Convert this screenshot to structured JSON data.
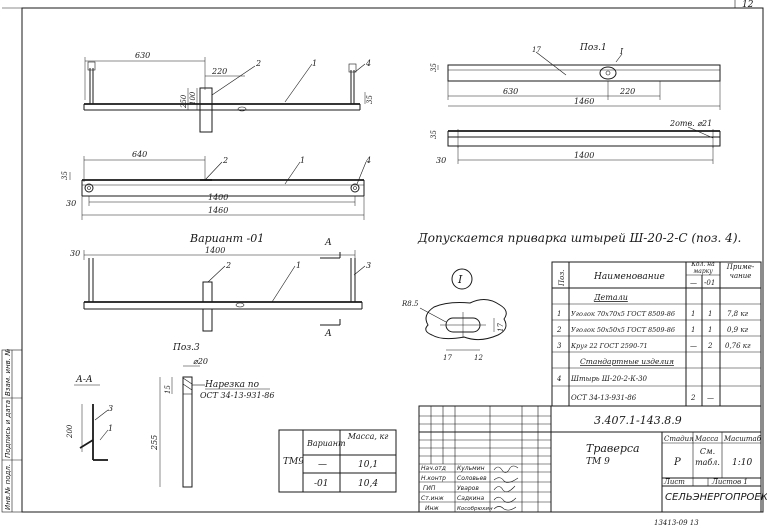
{
  "sheet_number": "12",
  "doc_code": "3.407.1-143.8.9",
  "drawing_title": "Траверса",
  "drawing_subtitle": "ТМ 9",
  "organization": "СЕЛЬЭНЕРГОПРОЕКТ",
  "stamp": {
    "stage_label": "Стадия",
    "stage_value": "Р",
    "mass_label": "Масса",
    "mass_value": "См. табл.",
    "scale_label": "Масштаб",
    "scale_value": "1:10",
    "sheet_label": "Лист",
    "sheets_label": "Листов 1"
  },
  "signatures": [
    {
      "role": "Нач.отд",
      "name": "Кульмин"
    },
    {
      "role": "Н.контр",
      "name": "Соловьев"
    },
    {
      "role": "ГИП",
      "name": "Уваров"
    },
    {
      "role": "Ст.инж",
      "name": "Садкина"
    },
    {
      "role": "Инж",
      "name": "Кособрюхин"
    }
  ],
  "side_labels": [
    "Инв.№ подл.",
    "Подпись и дата",
    "Взам. инв. №"
  ],
  "bottom_code": "13413-09 13",
  "note": "Допускается приварка штырей Ш-20-2-С (поз. 4).",
  "views": {
    "variant_label": "Вариант -01",
    "section_label": "А-А",
    "section_mark": "А",
    "pos1_label": "Поз.1",
    "pos3_label": "Поз.3",
    "detail_mark": "I",
    "thread_label": "Нарезка по",
    "thread_std": "ОСТ 34-13-931-86"
  },
  "dims": {
    "d630": "630",
    "d220": "220",
    "d250": "250",
    "d100": "100",
    "d35": "35",
    "d640": "640",
    "d1400": "1400",
    "d1460": "1460",
    "d30": "30",
    "d17": "17",
    "d21": "2отв. ⌀21",
    "d88": "R8.5",
    "d12": "12",
    "d20": "⌀20",
    "d15": "15",
    "d255": "255",
    "d200": "200"
  },
  "parts_table": {
    "headers": {
      "pos": "Поз.",
      "name": "Наименование",
      "qty": "Кол. на марку",
      "qty_a": "—",
      "qty_b": "-01",
      "note": "Приме- чание"
    },
    "sections": [
      {
        "title": "Детали",
        "rows": [
          {
            "pos": "1",
            "name": "Уголок 70х70х5 ГОСТ 8509-86",
            "a": "1",
            "b": "1",
            "note": "7,8 кг"
          },
          {
            "pos": "2",
            "name": "Уголок 50х50х5 ГОСТ 8509-86",
            "a": "1",
            "b": "1",
            "note": "0,9 кг"
          },
          {
            "pos": "3",
            "name": "Круг 22 ГОСТ 2590-71",
            "a": "—",
            "b": "2",
            "note": "0,76 кг"
          }
        ]
      },
      {
        "title": "Стандартные изделия",
        "rows": [
          {
            "pos": "4",
            "name": "Штырь Ш-20-2-К-30",
            "a": "",
            "b": "",
            "note": ""
          },
          {
            "pos": "",
            "name": "ОСТ 34-13-931-86",
            "a": "2",
            "b": "—",
            "note": ""
          }
        ]
      }
    ]
  },
  "mass_table": {
    "header_mark": "ТМ9",
    "header_variant": "Вариант",
    "header_mass": "Масса, кг",
    "rows": [
      {
        "variant": "—",
        "mass": "10,1"
      },
      {
        "variant": "-01",
        "mass": "10,4"
      }
    ]
  }
}
